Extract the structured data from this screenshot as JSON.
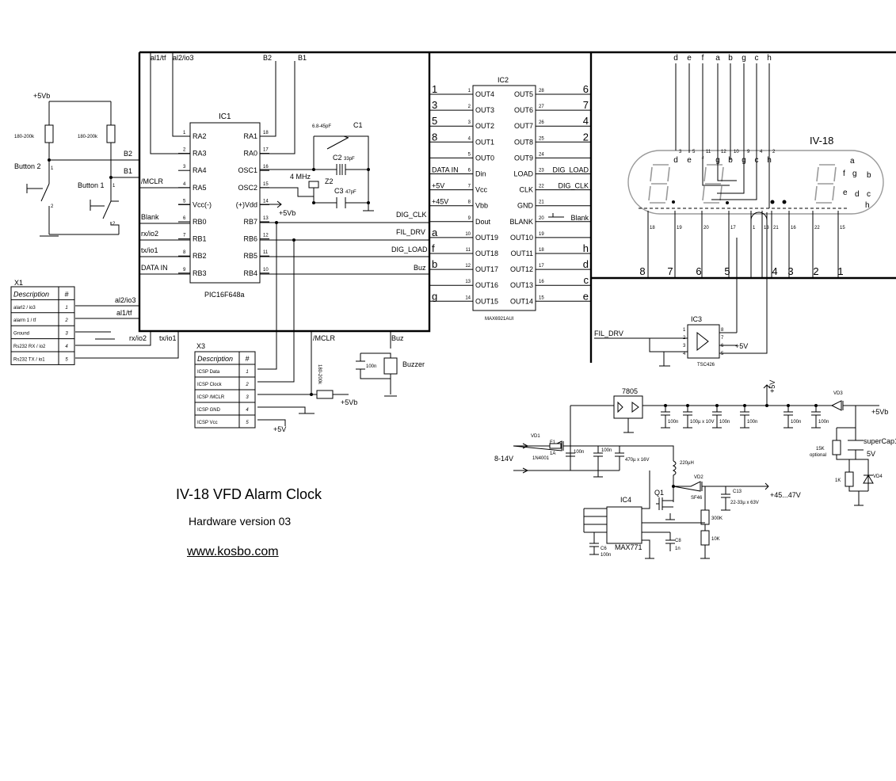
{
  "title": "IV-18 VFD Alarm Clock",
  "hardware_version": "Hardware version 03",
  "website": "www.kosbo.com",
  "ic1": {
    "ref": "IC1",
    "part": "PIC16F648a",
    "left_pins": [
      {
        "num": "1",
        "name": "RA2"
      },
      {
        "num": "2",
        "name": "RA3"
      },
      {
        "num": "3",
        "name": "RA4"
      },
      {
        "num": "4",
        "name": "RA5"
      },
      {
        "num": "5",
        "name": "Vcc(-)"
      },
      {
        "num": "6",
        "name": "RB0"
      },
      {
        "num": "7",
        "name": "RB1"
      },
      {
        "num": "8",
        "name": "RB2"
      },
      {
        "num": "9",
        "name": "RB3"
      }
    ],
    "right_pins": [
      {
        "num": "18",
        "name": "RA1"
      },
      {
        "num": "17",
        "name": "RA0"
      },
      {
        "num": "16",
        "name": "OSC1"
      },
      {
        "num": "15",
        "name": "OSC2"
      },
      {
        "num": "14",
        "name": "(+)Vdd"
      },
      {
        "num": "13",
        "name": "RB7"
      },
      {
        "num": "12",
        "name": "RB6"
      },
      {
        "num": "11",
        "name": "RB5"
      },
      {
        "num": "10",
        "name": "RB4"
      }
    ],
    "left_nets": [
      "/MCLR",
      "Blank",
      "rx/io2",
      "tx/io1",
      "DATA IN"
    ],
    "right_nets": [
      "DIG_CLK",
      "FIL_DRV",
      "DIG_LOAD",
      "Buz"
    ],
    "top_nets": [
      "al1/tf",
      "al2/io3",
      "B2",
      "B1"
    ],
    "supply": "+5Vb"
  },
  "ic2": {
    "ref": "IC2",
    "part": "MAX6921AUI",
    "left_pins": [
      {
        "ext": "1",
        "num": "1",
        "name": "OUT4"
      },
      {
        "ext": "3",
        "num": "2",
        "name": "OUT3"
      },
      {
        "ext": "5",
        "num": "3",
        "name": "OUT2"
      },
      {
        "ext": "8",
        "num": "4",
        "name": "OUT1"
      },
      {
        "ext": "",
        "num": "5",
        "name": "OUT0"
      },
      {
        "ext": "DATA IN",
        "num": "6",
        "name": "Din"
      },
      {
        "ext": "+5V",
        "num": "7",
        "name": "Vcc"
      },
      {
        "ext": "+45V",
        "num": "8",
        "name": "Vbb"
      },
      {
        "ext": "",
        "num": "9",
        "name": "Dout"
      },
      {
        "ext": "a",
        "num": "10",
        "name": "OUT19"
      },
      {
        "ext": "f",
        "num": "11",
        "name": "OUT18"
      },
      {
        "ext": "b",
        "num": "12",
        "name": "OUT17"
      },
      {
        "ext": "",
        "num": "13",
        "name": "OUT16"
      },
      {
        "ext": "g",
        "num": "14",
        "name": "OUT15"
      }
    ],
    "right_pins": [
      {
        "ext": "6",
        "num": "28",
        "name": "OUT5"
      },
      {
        "ext": "7",
        "num": "27",
        "name": "OUT6"
      },
      {
        "ext": "4",
        "num": "26",
        "name": "OUT7"
      },
      {
        "ext": "2",
        "num": "25",
        "name": "OUT8"
      },
      {
        "ext": "",
        "num": "24",
        "name": "OUT9"
      },
      {
        "ext": "DIG_LOAD",
        "num": "23",
        "name": "LOAD"
      },
      {
        "ext": "DIG_CLK",
        "num": "22",
        "name": "CLK"
      },
      {
        "ext": "",
        "num": "21",
        "name": "GND"
      },
      {
        "ext": "Blank",
        "num": "20",
        "name": "BLANK"
      },
      {
        "ext": "",
        "num": "19",
        "name": "OUT10"
      },
      {
        "ext": "h",
        "num": "18",
        "name": "OUT11"
      },
      {
        "ext": "d",
        "num": "17",
        "name": "OUT12"
      },
      {
        "ext": "c",
        "num": "16",
        "name": "OUT13"
      },
      {
        "ext": "e",
        "num": "15",
        "name": "OUT14"
      }
    ]
  },
  "crystal": {
    "freq": "4 MHz",
    "ref": "Z2",
    "c1_ref": "C1",
    "c1_val": "6.8-45pF",
    "c2_ref": "C2",
    "c2_val": "33pF",
    "c3_ref": "C3",
    "c3_val": "47pF"
  },
  "buttons": {
    "supply": "+5Vb",
    "r1": "180-200k",
    "r2": "180-200k",
    "button2": "Button 2",
    "button1": "Button 1",
    "b2": "B2",
    "b1": "B1",
    "pin1": "1",
    "pin2": "2"
  },
  "x1": {
    "ref": "X1",
    "header": [
      "Description",
      "#"
    ],
    "rows": [
      {
        "desc": "alarl2 / io3",
        "num": "1",
        "net": "al2/io3"
      },
      {
        "desc": "alarm 1 / tf",
        "num": "2",
        "net": "al1/tf"
      },
      {
        "desc": "Ground",
        "num": "3",
        "net": ""
      },
      {
        "desc": "Rs232 RX / io2",
        "num": "4",
        "net": "rx/io2"
      },
      {
        "desc": "Rs232 TX / io1",
        "num": "5",
        "net": "tx/io1"
      }
    ]
  },
  "x3": {
    "ref": "X3",
    "header": [
      "Description",
      "#"
    ],
    "rows": [
      {
        "desc": "ICSP Data",
        "num": "1"
      },
      {
        "desc": "ICSP Clock",
        "num": "2"
      },
      {
        "desc": "ICSP /MCLR",
        "num": "3"
      },
      {
        "desc": "ICSP GND",
        "num": "4"
      },
      {
        "desc": "ICSP Vcc",
        "num": "5"
      }
    ],
    "mclr_net": "/MCLR",
    "r_val": "180-200k",
    "r_supply": "+5Vb",
    "vcc_supply": "+5V"
  },
  "buzzer": {
    "net": "Buz",
    "label": "Buzzer",
    "cap": "100n"
  },
  "tube": {
    "name": "IV-18",
    "seg_top": [
      "d",
      "e",
      "f",
      "a",
      "b",
      "g",
      "c",
      "h"
    ],
    "seg_in_tube": [
      "d",
      "e",
      "f",
      "g",
      "b",
      "g",
      "c",
      "h"
    ],
    "right_seg_labels": [
      "a",
      "f",
      "g",
      "b",
      "e",
      "d",
      "c",
      "h"
    ],
    "pins_top": [
      "3",
      "5",
      "11",
      "12",
      "10",
      "9",
      "4",
      "2"
    ],
    "pins_bottom": [
      "18",
      "19",
      "20",
      "17",
      "1",
      "13",
      "21",
      "16",
      "22",
      "15"
    ],
    "digit_labels": [
      "8",
      "7",
      "6",
      "5",
      "4",
      "3",
      "2",
      "1"
    ]
  },
  "ic3": {
    "ref": "IC3",
    "part": "TSC426",
    "net_in": "FIL_DRV",
    "supply": "+5V",
    "pins": [
      "1",
      "2",
      "3",
      "4",
      "5",
      "6",
      "7",
      "8"
    ]
  },
  "reg": {
    "ref": "7805",
    "plus5": "+5V",
    "out_label": "+5Vb",
    "supercap": "superCap1",
    "supercap_v": "5V",
    "r_opt": "15K",
    "r_opt_note": "optional",
    "r_1k": "1K",
    "d_vd3": "VD3",
    "d_vd4": "VD4",
    "caps": [
      "100n",
      "100µ x 10V",
      "100n",
      "100n",
      "100n",
      "100n"
    ]
  },
  "boost": {
    "in": "8-14V",
    "d1": "VD1",
    "d1_part": "1N4001",
    "fuse": "F1",
    "fuse_val": "1A",
    "c_100n": "100n",
    "c_100n2": "100n",
    "c_470": "470µ x 16V",
    "l": "220µH",
    "vd2": "VD2",
    "vd2_part": "SF46",
    "q1": "Q1",
    "c13": "C13",
    "c13_val": "22-33µ x 63V",
    "out": "+45...47V",
    "r1": "300K",
    "r2": "10K",
    "ic4": "IC4",
    "ic4_part": "MAX771",
    "c6": "C6",
    "c6_val": "100n",
    "c8": "C8",
    "c8_val": "1n"
  }
}
